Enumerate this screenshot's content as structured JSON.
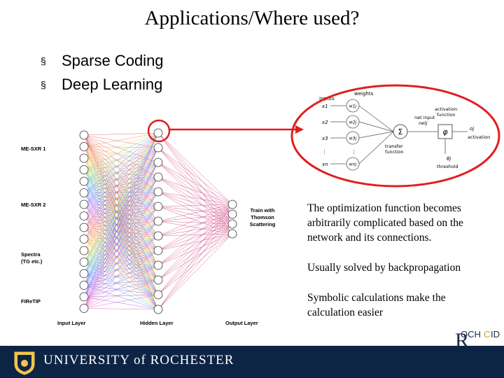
{
  "slide": {
    "title": "Applications/Where used?",
    "bullet_marker": "§",
    "bullets": [
      "Sparse Coding",
      "Deep Learning"
    ],
    "notes": [
      "The optimization function becomes arbitrarily complicated based on the network and its connections.",
      "Usually solved by backpropagation",
      "Symbolic calculations make the calculation easier"
    ]
  },
  "network_figure": {
    "input_groups": [
      "ME-SXR 1",
      "ME-SXR 2",
      "Spectra (TG etc.)",
      "FIReTIP"
    ],
    "layer_labels": [
      "Input Layer",
      "Hidden Layer",
      "Output Layer"
    ],
    "output_label": "Train with Thomson Scattering"
  },
  "neuron_figure": {
    "weights_label": "weights",
    "inputs_label": "inputs",
    "inputs": [
      "x1",
      "x2",
      "x3",
      "⋮",
      "xn"
    ],
    "weights": [
      "w1j",
      "w2j",
      "w3j",
      "⋮",
      "wnj"
    ],
    "sum_symbol": "Σ",
    "net_input": "net input",
    "net_j": "netj",
    "transfer_function": "transfer function",
    "activation_function": "activation function",
    "phi_symbol": "φ",
    "output_oj": "oj",
    "activation": "activation",
    "theta_j": "θj",
    "threshold": "threshold"
  },
  "footer": {
    "university": "UNIVERSITY of ROCHESTER",
    "rochcid": "ROCHCID"
  },
  "colors": {
    "footer_bg": "#0d2445",
    "highlight": "#e01e1e",
    "neuron_fill": "#d8d8d8"
  }
}
